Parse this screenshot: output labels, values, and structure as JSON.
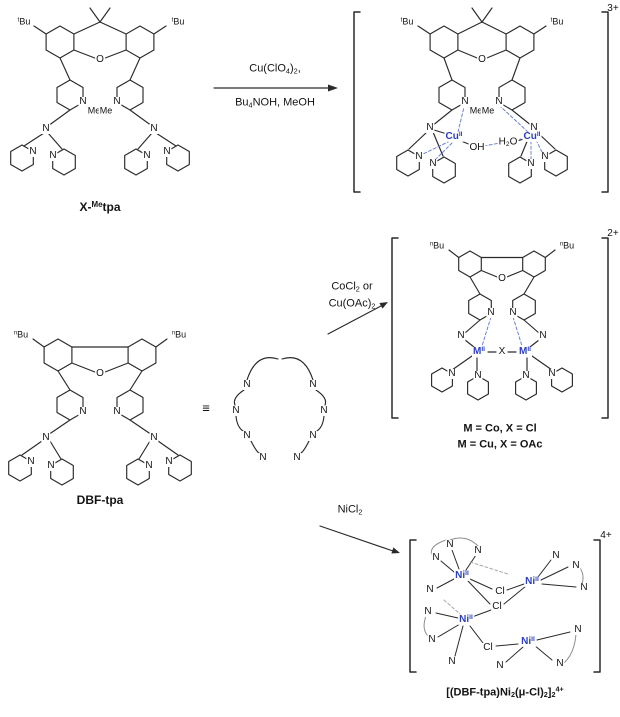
{
  "figure": {
    "type": "reaction-scheme"
  },
  "colors": {
    "bond": "#2a2a2a",
    "metal_blue": "#2b3fc0"
  },
  "atoms": {
    "N": "N",
    "O": "O",
    "OH": "OH",
    "Cl": "Cl",
    "X": "X",
    "Me": "Me"
  },
  "substituents": {
    "tBu": {
      "sup": "t",
      "base": "Bu"
    },
    "nBu": {
      "sup": "n",
      "base": "Bu"
    }
  },
  "metal_labels": {
    "Cu": {
      "base": "Cu",
      "sup": "II"
    },
    "M": {
      "base": "M",
      "sup": "II"
    },
    "Ni": {
      "base": "Ni",
      "sup": "II"
    }
  },
  "water": {
    "pre": "H",
    "sub": "2",
    "post": "O"
  },
  "arrow1": {
    "line1": {
      "s1": "Cu(ClO",
      "sub1": "4",
      "s2": ")",
      "sub2": "2",
      "s3": ","
    },
    "line2": {
      "s1": "Bu",
      "sub1": "4",
      "s2": "NOH, MeOH"
    }
  },
  "arrow2": {
    "line1": {
      "s1": "CoCl",
      "sub1": "2",
      "s2": " or"
    },
    "line2": {
      "s1": "Cu(OAc)",
      "sub1": "2"
    }
  },
  "arrow3": {
    "line1": {
      "s1": "NiCl",
      "sub1": "2"
    }
  },
  "names": {
    "reactant1": {
      "pre": "X-",
      "sup": "Me",
      "post": "tpa"
    },
    "reactant2": "DBF-tpa",
    "equivalence": "≡"
  },
  "charges": {
    "product1": "3+",
    "product2": "2+",
    "product3": "4+"
  },
  "product2_legend": {
    "line1": "M = Co, X = Cl",
    "line2": "M = Cu, X = OAc"
  },
  "product3_name": {
    "s1": "[(DBF-tpa)Ni",
    "sub1": "2",
    "s2": "(μ-Cl)",
    "sub2": "2",
    "s3": "]",
    "sub3": "2",
    "sup4": "4+"
  }
}
